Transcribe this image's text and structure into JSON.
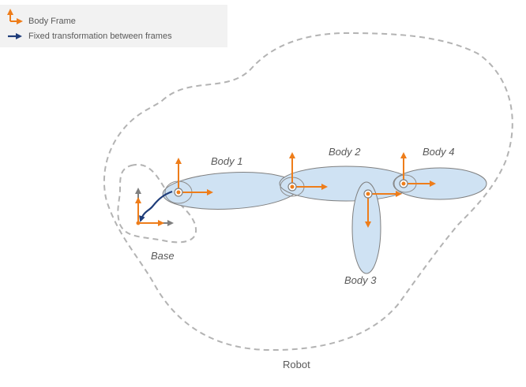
{
  "legend": {
    "body_frame_label": "Body Frame",
    "fixed_transform_label": "Fixed transformation between frames"
  },
  "labels": {
    "base": "Base",
    "body1": "Body 1",
    "body2": "Body 2",
    "body3": "Body 3",
    "body4": "Body 4",
    "robot": "Robot"
  },
  "colors": {
    "frame_axes": "#ee7d1a",
    "base_axes": "#7f7f7f",
    "fixed_transform": "#1f3d7a",
    "link_fill": "#cfe2f3",
    "outline": "#b3b3b3"
  }
}
